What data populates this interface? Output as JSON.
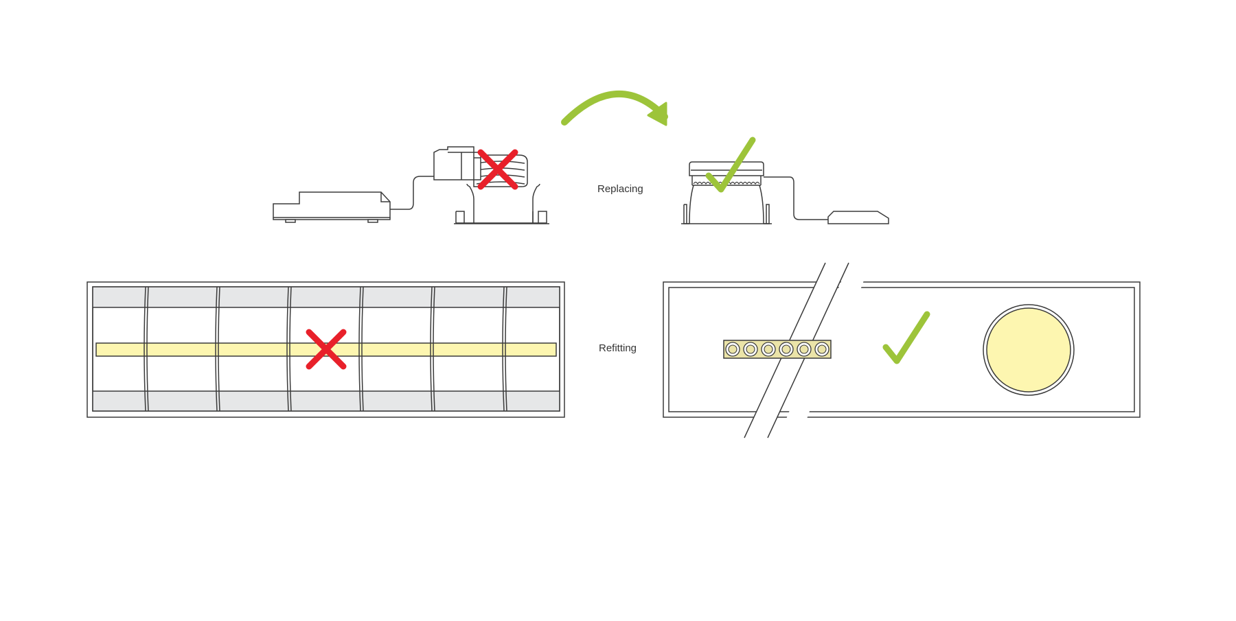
{
  "labels": {
    "replacing": "Replacing",
    "refitting": "Refitting"
  },
  "colors": {
    "line": "#3a3a3a",
    "reject": "#e8202a",
    "approve": "#9dc43a",
    "light": "#fdf6b0",
    "panel_grey": "#e6e7e8"
  },
  "icons": {
    "reject": "x-mark-icon",
    "approve": "check-mark-icon",
    "arrow": "curved-arrow-icon"
  },
  "rows": [
    {
      "name": "replacing",
      "old": "downlight-with-separate-driver",
      "new": "compact-downlight-with-small-driver"
    },
    {
      "name": "refitting",
      "old": "fluorescent-tube-luminaire",
      "new": "led-module-luminaire"
    }
  ]
}
